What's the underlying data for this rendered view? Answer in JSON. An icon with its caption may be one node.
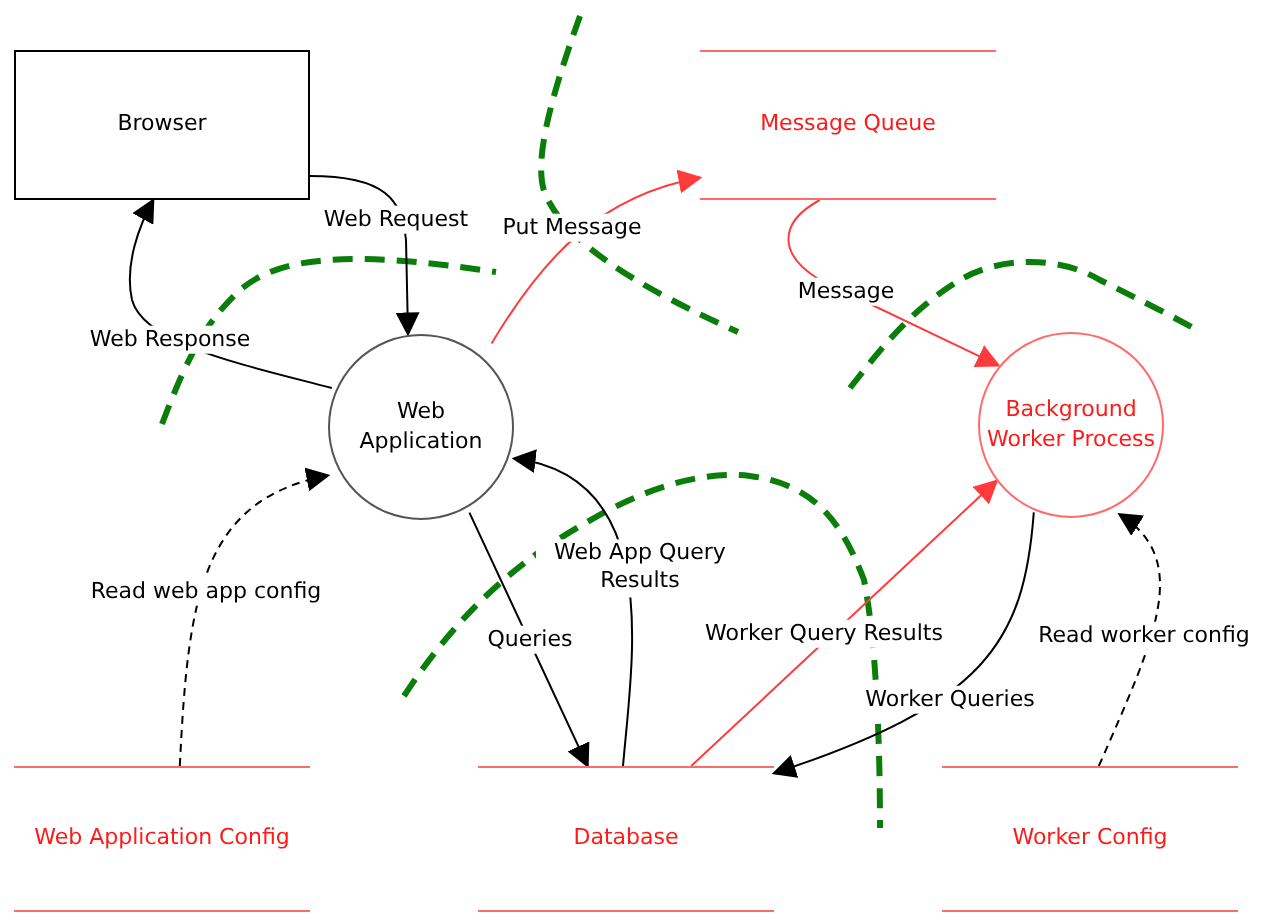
{
  "diagram": {
    "nodes": [
      {
        "text": [
          "Browser"
        ]
      },
      {
        "text": [
          "Web Application"
        ]
      },
      {
        "text": [
          "Message Queue"
        ]
      },
      {
        "text": [
          "Background Worker Process"
        ]
      },
      {
        "text": [
          "Web Application Config"
        ]
      },
      {
        "text": [
          "Database"
        ]
      },
      {
        "text": [
          "Worker Config"
        ]
      }
    ],
    "edges": [
      {
        "from": 0,
        "to": 1,
        "arrow": "to",
        "label": "Web Request"
      },
      {
        "from": 1,
        "to": 0,
        "arrow": "to",
        "label": "Web Response"
      },
      {
        "from": 1,
        "to": 2,
        "arrow": "to",
        "label": "Put Message",
        "color": "#ff3b3b"
      },
      {
        "from": 2,
        "to": 3,
        "arrow": "to",
        "label": "Message",
        "color": "#ff3b3b"
      },
      {
        "from": 4,
        "to": 1,
        "arrow": "to",
        "label": "Read web app config",
        "style": "dashed"
      },
      {
        "from": 1,
        "to": 5,
        "arrow": "to",
        "label": "Queries"
      },
      {
        "from": 5,
        "to": 1,
        "arrow": "to",
        "label": "Web App Query Results"
      },
      {
        "from": 5,
        "to": 3,
        "arrow": "to",
        "label": "Worker Query Results",
        "color": "#ff3b3b"
      },
      {
        "from": 3,
        "to": 5,
        "arrow": "to",
        "label": "Worker Queries"
      },
      {
        "from": 6,
        "to": 3,
        "arrow": "to",
        "label": "Read worker config",
        "style": "dashed"
      }
    ]
  }
}
